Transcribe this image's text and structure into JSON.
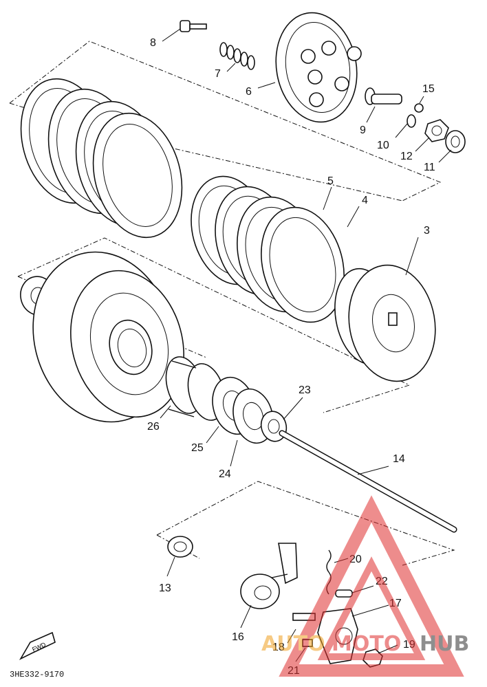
{
  "diagram": {
    "code": "3HE332-9170",
    "fwd_label": "FWD",
    "callouts": {
      "c1": "3",
      "c2": "4",
      "c3": "5",
      "c4": "6",
      "c5": "7",
      "c6": "8",
      "c7": "9",
      "c8": "10",
      "c9": "11",
      "c10": "12",
      "c11": "13",
      "c12": "14",
      "c13": "15",
      "c14": "16",
      "c15": "17",
      "c16": "18",
      "c17": "19",
      "c18": "20",
      "c19": "21",
      "c20": "22",
      "c21": "23",
      "c22": "24",
      "c23": "25",
      "c24": "26"
    }
  },
  "watermark": {
    "text_left": "AUTO",
    "text_mid": "MOTO",
    "text_right": "HUB",
    "color_brand": "#e03030",
    "color_accent": "#f0a020",
    "color_dark": "#333333"
  }
}
